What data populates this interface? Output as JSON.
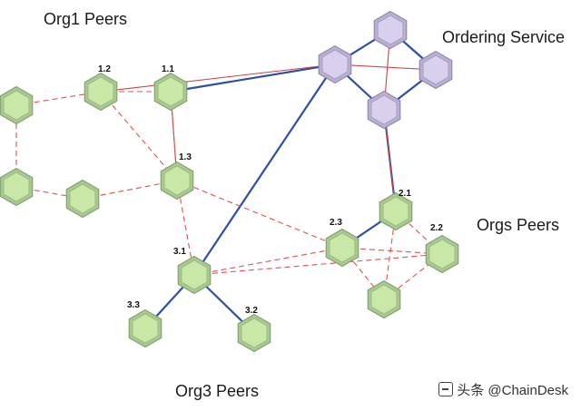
{
  "labels": {
    "org1": "Org1 Peers",
    "ordering": "Ordering Service",
    "orgs": "Orgs Peers",
    "org3": "Org3 Peers"
  },
  "watermark": "头条 @ChainDesk",
  "colors": {
    "peer_fill": "#c9e8a8",
    "peer_stroke": "#7a9a6a",
    "orderer_fill": "#d8d0ec",
    "orderer_stroke": "#8a80a8",
    "gossip_line": "#e05050",
    "channel_line": "#2c4fa8",
    "ordering_ring": "#d04040"
  },
  "nodes": [
    {
      "id": "o1",
      "type": "orderer",
      "label": ""
    },
    {
      "id": "o2",
      "type": "orderer",
      "label": ""
    },
    {
      "id": "o3",
      "type": "orderer",
      "label": ""
    },
    {
      "id": "o4",
      "type": "orderer",
      "label": ""
    },
    {
      "id": "p11",
      "type": "peer",
      "label": "1.1"
    },
    {
      "id": "p12",
      "type": "peer",
      "label": "1.2"
    },
    {
      "id": "p13",
      "type": "peer",
      "label": "1.3"
    },
    {
      "id": "pa",
      "type": "peer",
      "label": ""
    },
    {
      "id": "pb",
      "type": "peer",
      "label": ""
    },
    {
      "id": "pc",
      "type": "peer",
      "label": ""
    },
    {
      "id": "p21",
      "type": "peer",
      "label": "2.1"
    },
    {
      "id": "p22",
      "type": "peer",
      "label": "2.2"
    },
    {
      "id": "p23",
      "type": "peer",
      "label": "2.3"
    },
    {
      "id": "pd",
      "type": "peer",
      "label": ""
    },
    {
      "id": "p31",
      "type": "peer",
      "label": "3.1"
    },
    {
      "id": "p32",
      "type": "peer",
      "label": "3.2"
    },
    {
      "id": "p33",
      "type": "peer",
      "label": "3.3"
    }
  ],
  "edges": [
    {
      "from": "o1",
      "to": "o2",
      "style": "ring"
    },
    {
      "from": "o2",
      "to": "o3",
      "style": "ring"
    },
    {
      "from": "o3",
      "to": "o4",
      "style": "ring"
    },
    {
      "from": "o4",
      "to": "o1",
      "style": "ring"
    },
    {
      "from": "o1",
      "to": "o3",
      "style": "ring"
    },
    {
      "from": "o2",
      "to": "o4",
      "style": "ring"
    },
    {
      "from": "o1",
      "to": "o2",
      "style": "channel"
    },
    {
      "from": "o2",
      "to": "o3",
      "style": "channel"
    },
    {
      "from": "o3",
      "to": "o4",
      "style": "channel"
    },
    {
      "from": "o4",
      "to": "o1",
      "style": "channel"
    },
    {
      "from": "p11",
      "to": "o1",
      "style": "channel"
    },
    {
      "from": "p12",
      "to": "o1",
      "style": "ring"
    },
    {
      "from": "p31",
      "to": "o1",
      "style": "channel"
    },
    {
      "from": "o4",
      "to": "p21",
      "style": "channel"
    },
    {
      "from": "o4",
      "to": "p21",
      "style": "ring"
    },
    {
      "from": "p21",
      "to": "p23",
      "style": "channel"
    },
    {
      "from": "p31",
      "to": "p32",
      "style": "channel"
    },
    {
      "from": "p31",
      "to": "p33",
      "style": "channel"
    },
    {
      "from": "p11",
      "to": "p13",
      "style": "ring"
    },
    {
      "from": "pa",
      "to": "p12",
      "style": "gossip"
    },
    {
      "from": "p12",
      "to": "p11",
      "style": "gossip"
    },
    {
      "from": "p12",
      "to": "p13",
      "style": "gossip"
    },
    {
      "from": "p11",
      "to": "p13",
      "style": "gossip"
    },
    {
      "from": "pa",
      "to": "pb",
      "style": "gossip"
    },
    {
      "from": "pb",
      "to": "pc",
      "style": "gossip"
    },
    {
      "from": "pc",
      "to": "p13",
      "style": "gossip"
    },
    {
      "from": "p13",
      "to": "p31",
      "style": "gossip"
    },
    {
      "from": "p13",
      "to": "p23",
      "style": "gossip"
    },
    {
      "from": "p31",
      "to": "p23",
      "style": "gossip"
    },
    {
      "from": "p31",
      "to": "p22",
      "style": "gossip"
    },
    {
      "from": "p23",
      "to": "p22",
      "style": "gossip"
    },
    {
      "from": "p23",
      "to": "pd",
      "style": "gossip"
    },
    {
      "from": "pd",
      "to": "p22",
      "style": "gossip"
    },
    {
      "from": "p21",
      "to": "p22",
      "style": "gossip"
    },
    {
      "from": "p21",
      "to": "pd",
      "style": "gossip"
    }
  ]
}
